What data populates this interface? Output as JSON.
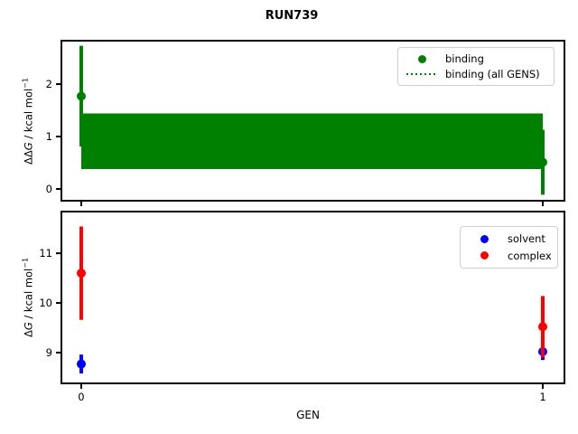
{
  "title": "RUN739",
  "chart_data": [
    {
      "type": "errorbar",
      "panel": "top",
      "title": "RUN739",
      "ylabel_parts": {
        "pre": "ΔΔ",
        "sym": "G",
        "rest": " / kcal mol",
        "sup": "−1"
      },
      "x": [
        0,
        1
      ],
      "xticks": [
        0,
        1
      ],
      "yticks": [
        0,
        1,
        2
      ],
      "xlim": [
        -0.043,
        1.047
      ],
      "ylim": [
        -0.224,
        2.828
      ],
      "grid": false,
      "legend_position": "upper right",
      "series": [
        {
          "name": "binding",
          "color": "#008000",
          "marker": "circle",
          "y": [
            1.77,
            0.51
          ],
          "yerr": [
            0.96,
            0.62
          ]
        }
      ],
      "band": {
        "name": "binding (all GENS)",
        "color": "#008000",
        "linestyle": "dotted",
        "x_from": 0,
        "x_to": 1,
        "lo": 0.38,
        "hi": 1.44,
        "center": 0.91
      },
      "legend": [
        {
          "label": "binding",
          "swatch": "circle",
          "color": "#008000"
        },
        {
          "label": "binding (all GENS)",
          "swatch": "dotted-line",
          "color": "#008000"
        }
      ]
    },
    {
      "type": "errorbar",
      "panel": "bottom",
      "xlabel": "GEN",
      "ylabel_parts": {
        "pre": "Δ",
        "sym": "G",
        "rest": " / kcal mol",
        "sup": "−1"
      },
      "x": [
        0,
        1
      ],
      "xticks": [
        0,
        1
      ],
      "yticks": [
        9,
        10,
        11
      ],
      "xlim": [
        -0.043,
        1.047
      ],
      "ylim": [
        8.38,
        11.84
      ],
      "grid": false,
      "legend_position": "upper right",
      "series": [
        {
          "name": "solvent",
          "color": "#0000ff",
          "marker": "circle",
          "y": [
            8.77,
            9.02
          ],
          "yerr": [
            0.19,
            0.17
          ]
        },
        {
          "name": "complex",
          "color": "#ff0000",
          "marker": "circle",
          "y": [
            10.6,
            9.52
          ],
          "yerr": [
            0.94,
            0.62
          ]
        }
      ],
      "legend": [
        {
          "label": "solvent",
          "swatch": "circle",
          "color": "#0000ff"
        },
        {
          "label": "complex",
          "swatch": "circle",
          "color": "#ff0000"
        }
      ]
    }
  ]
}
